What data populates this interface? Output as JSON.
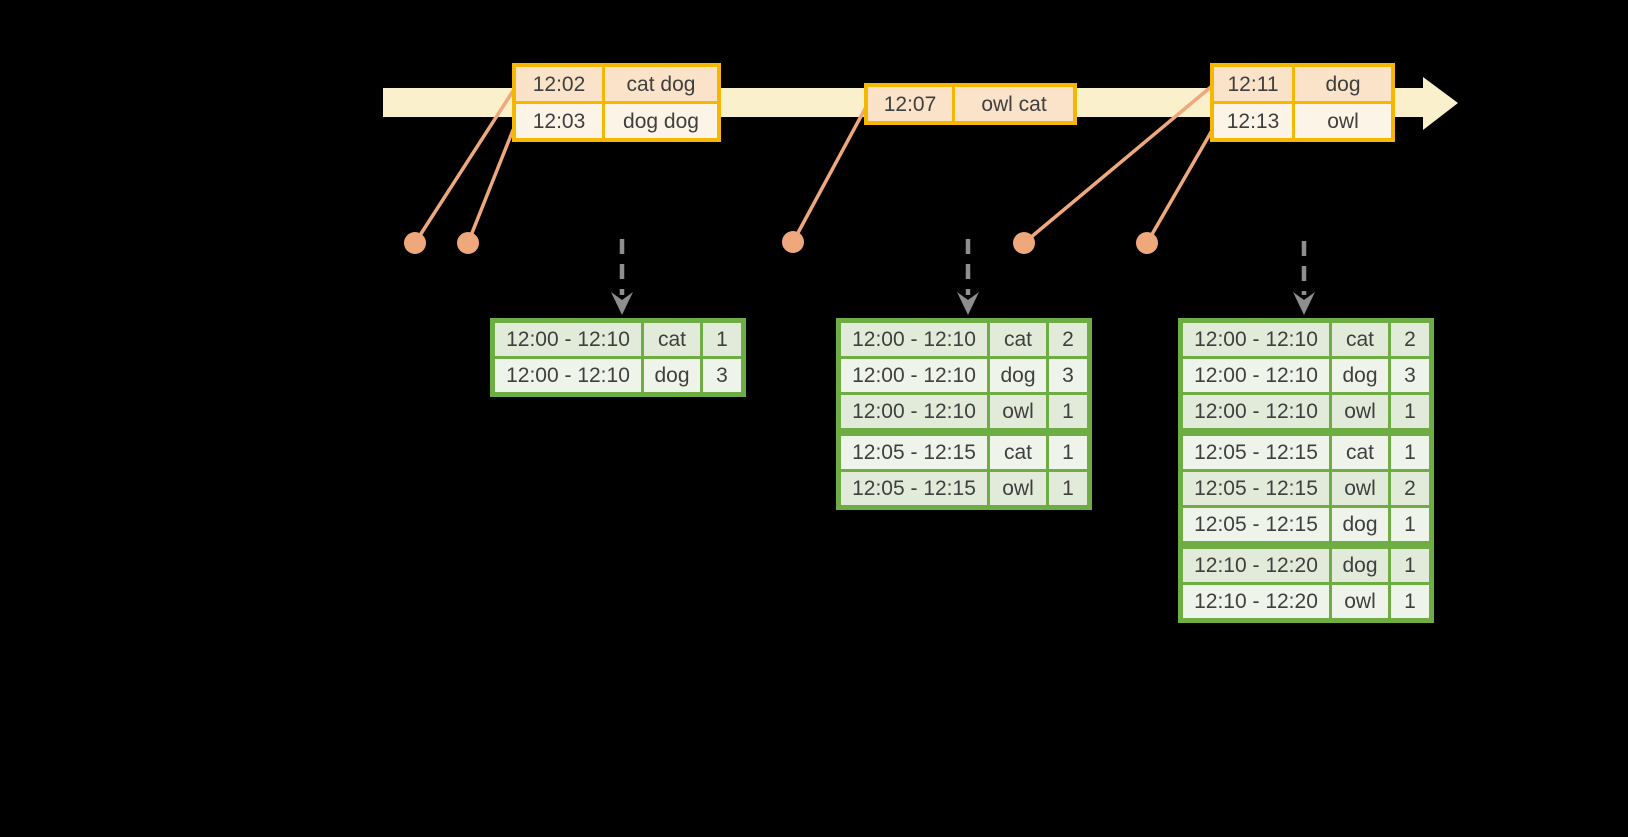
{
  "colors": {
    "background": "#000000",
    "timeline_fill": "#FAF0CB",
    "event_border": "#F5B700",
    "event_row_peach": "#FAE3C8",
    "event_row_cream": "#FDF4E8",
    "connector": "#EFA87C",
    "trigger_arrow": "#8E8E8E",
    "result_border": "#6EAC44",
    "result_row_dark": "#E2EBD9",
    "result_row_light": "#EFF4EA",
    "text_color": "#3F3F3F"
  },
  "event_tables": [
    {
      "rows": [
        {
          "time": "12:02",
          "words": "cat dog"
        },
        {
          "time": "12:03",
          "words": "dog dog"
        }
      ]
    },
    {
      "rows": [
        {
          "time": "12:07",
          "words": "owl cat"
        }
      ]
    },
    {
      "rows": [
        {
          "time": "12:11",
          "words": "dog"
        },
        {
          "time": "12:13",
          "words": "owl"
        }
      ]
    }
  ],
  "result_tables": [
    {
      "rows": [
        {
          "window": "12:00 - 12:10",
          "word": "cat",
          "count": "1"
        },
        {
          "window": "12:00 - 12:10",
          "word": "dog",
          "count": "3"
        }
      ]
    },
    {
      "rows": [
        {
          "window": "12:00 - 12:10",
          "word": "cat",
          "count": "2"
        },
        {
          "window": "12:00 - 12:10",
          "word": "dog",
          "count": "3"
        },
        {
          "window": "12:00 - 12:10",
          "word": "owl",
          "count": "1"
        },
        {
          "window": "12:05 - 12:15",
          "word": "cat",
          "count": "1"
        },
        {
          "window": "12:05 - 12:15",
          "word": "owl",
          "count": "1"
        }
      ]
    },
    {
      "rows": [
        {
          "window": "12:00 - 12:10",
          "word": "cat",
          "count": "2"
        },
        {
          "window": "12:00 - 12:10",
          "word": "dog",
          "count": "3"
        },
        {
          "window": "12:00 - 12:10",
          "word": "owl",
          "count": "1"
        },
        {
          "window": "12:05 - 12:15",
          "word": "cat",
          "count": "1"
        },
        {
          "window": "12:05 - 12:15",
          "word": "owl",
          "count": "2"
        },
        {
          "window": "12:05 - 12:15",
          "word": "dog",
          "count": "1"
        },
        {
          "window": "12:10 - 12:20",
          "word": "dog",
          "count": "1"
        },
        {
          "window": "12:10 - 12:20",
          "word": "owl",
          "count": "1"
        }
      ]
    }
  ]
}
